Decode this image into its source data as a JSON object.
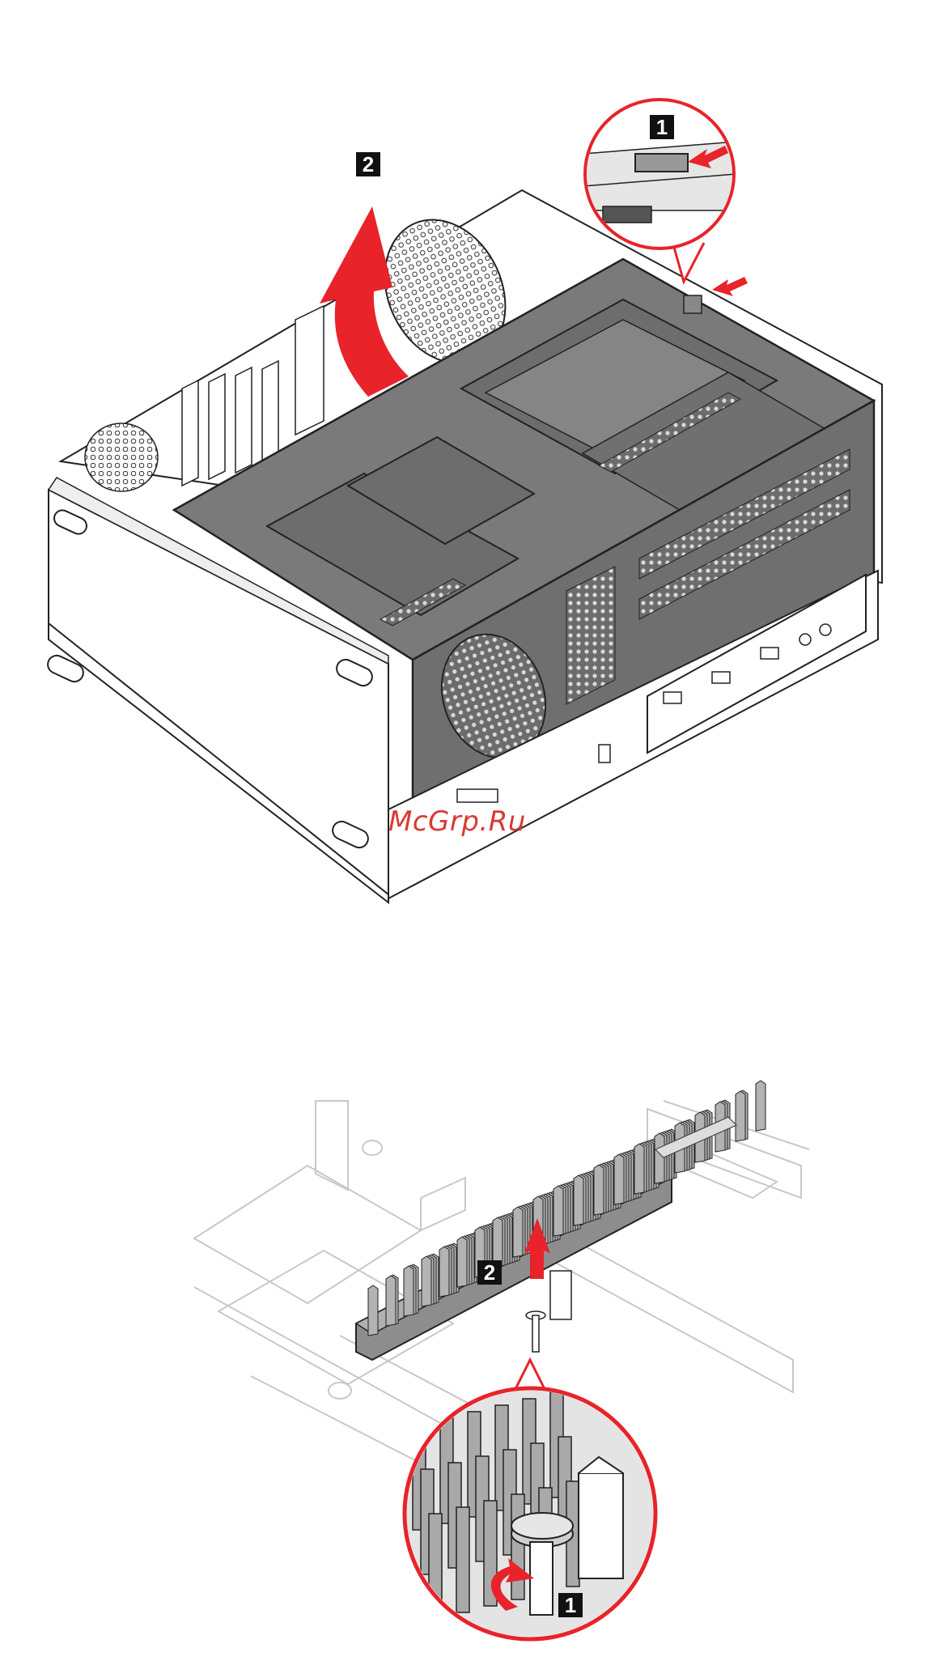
{
  "figure1": {
    "step_labels": [
      "1",
      "2"
    ]
  },
  "figure2": {
    "step_labels": [
      "1",
      "2"
    ]
  },
  "watermark": "McGrp.Ru",
  "colors": {
    "accent_red": "#e8232a",
    "chassis_gray": "#777777",
    "line": "#222222",
    "heatsink_gray": "#a8a8a8"
  }
}
